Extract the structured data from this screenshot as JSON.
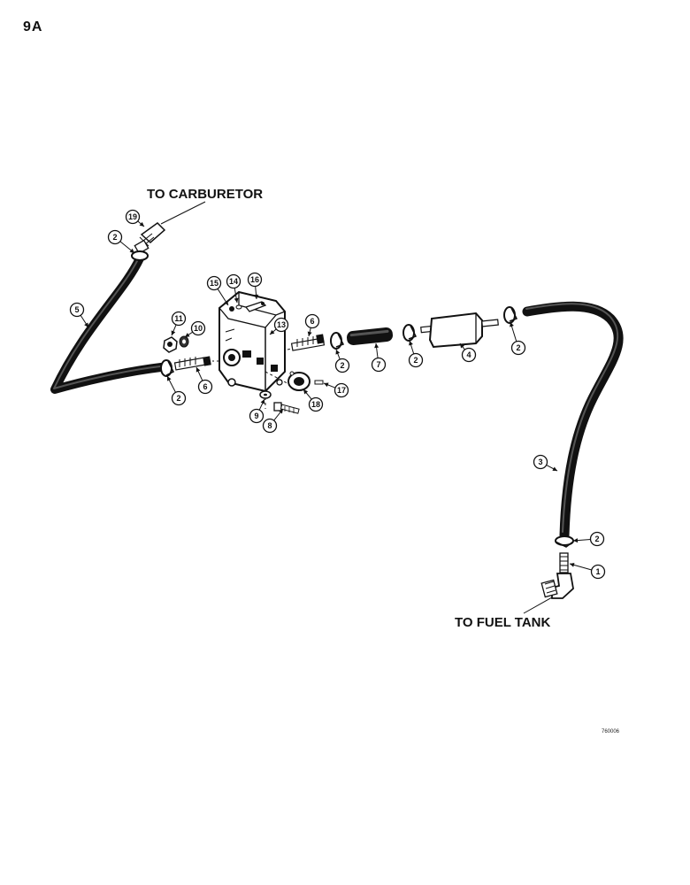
{
  "page_number": "9A",
  "labels": {
    "carburetor": "TO CARBURETOR",
    "fuel_tank": "TO FUEL TANK"
  },
  "figure_code": "760006",
  "callouts": [
    "19",
    "2",
    "5",
    "15",
    "14",
    "16",
    "13",
    "6",
    "11",
    "10",
    "6",
    "2",
    "9",
    "8",
    "18",
    "17",
    "2",
    "7",
    "2",
    "4",
    "2",
    "3",
    "2",
    "1"
  ]
}
